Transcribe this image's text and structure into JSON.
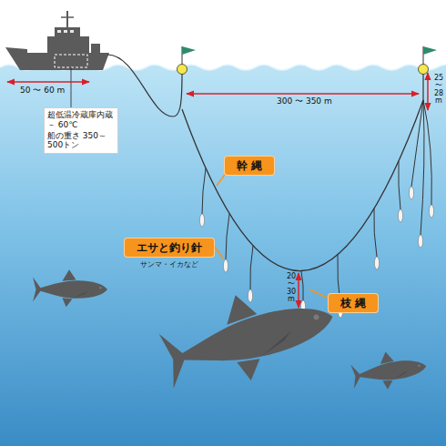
{
  "diagram": {
    "nodes": [
      {
        "text": [
          "超低温冷蔵庫内蔵 － 60℃",
          "船の重さ 350～500トン"
        ]
      },
      {
        "text": [
          "幹 縄"
        ]
      },
      {
        "text": [
          "エサと釣り針",
          "サンマ・イカなど"
        ]
      },
      {
        "text": [
          "枝 縄"
        ]
      }
    ],
    "labels": [
      "50 〜 60 m",
      "300 〜 350 m",
      "25 〜 28 m",
      "20 〜 30 m"
    ]
  }
}
